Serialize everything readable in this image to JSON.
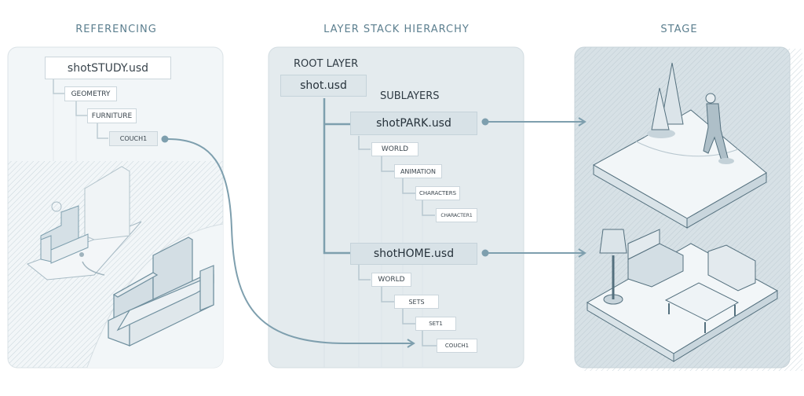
{
  "columns": {
    "referencing": "REFERENCING",
    "layer_stack": "LAYER STACK HIERARCHY",
    "stage": "STAGE"
  },
  "referencing": {
    "file": "shotSTUDY.usd",
    "tree": [
      {
        "label": "GEOMETRY",
        "depth": 1
      },
      {
        "label": "FURNITURE",
        "depth": 2
      },
      {
        "label": "COUCH1",
        "depth": 3,
        "selected": true
      }
    ]
  },
  "layer_stack": {
    "root_label": "ROOT LAYER",
    "root_file": "shot.usd",
    "sublayers_label": "SUBLAYERS",
    "sublayers": [
      {
        "file": "shotPARK.usd",
        "tree": [
          "WORLD",
          "ANIMATION",
          "CHARACTERS",
          "CHARACTER1"
        ]
      },
      {
        "file": "shotHOME.usd",
        "tree": [
          "WORLD",
          "SETS",
          "SET1",
          "COUCH1"
        ]
      }
    ]
  },
  "stage": {
    "scenes": [
      "park-scene",
      "home-scene"
    ]
  },
  "colors": {
    "accent": "#7e9fae",
    "panel_light": "#f2f6f8",
    "panel_mid": "#e4ebee",
    "panel_stage": "#d7e1e6",
    "title": "#5c7f8f"
  }
}
